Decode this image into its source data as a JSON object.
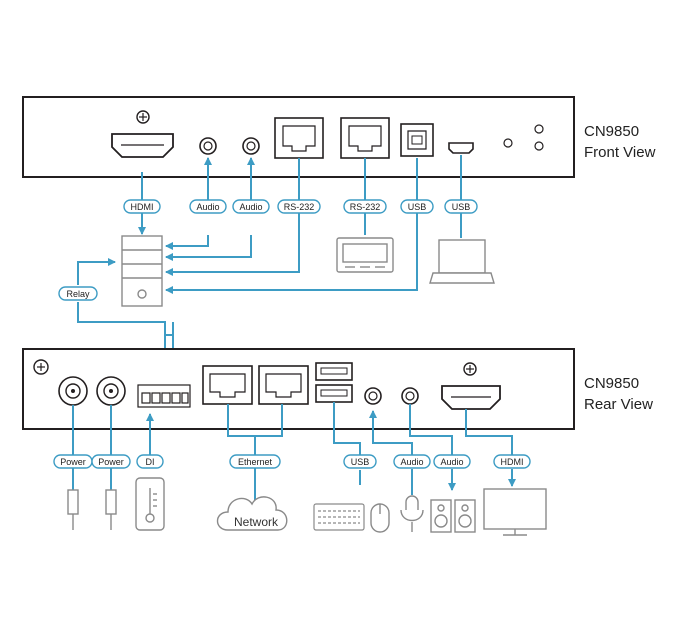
{
  "front": {
    "model": "CN9850",
    "view": "Front View",
    "labels": {
      "hdmi": "HDMI",
      "audio1": "Audio",
      "audio2": "Audio",
      "rs232a": "RS-232",
      "rs232b": "RS-232",
      "usb1": "USB",
      "usb2": "USB"
    }
  },
  "relay_label": "Relay",
  "rear": {
    "model": "CN9850",
    "view": "Rear View",
    "labels": {
      "power1": "Power",
      "power2": "Power",
      "di": "DI",
      "ethernet": "Ethernet",
      "usb": "USB",
      "audio1": "Audio",
      "audio2": "Audio",
      "hdmi": "HDMI"
    },
    "network": "Network"
  },
  "colors": {
    "accent": "#3d9cc4",
    "line": "#231f20",
    "device": "#8a8a8a"
  }
}
